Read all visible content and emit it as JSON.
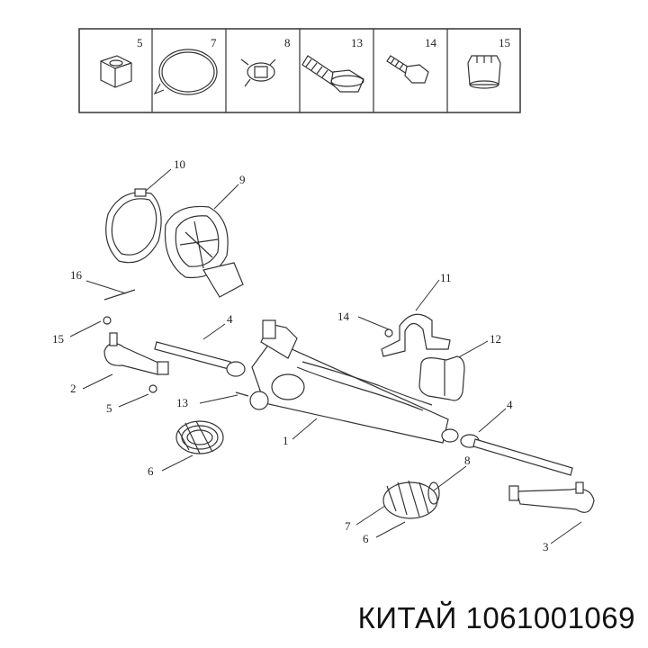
{
  "legend_box": {
    "cells": [
      {
        "num": "5",
        "icon": "hex-nut-icon"
      },
      {
        "num": "7",
        "icon": "boot-clamp-ring-icon"
      },
      {
        "num": "8",
        "icon": "small-clamp-icon"
      },
      {
        "num": "13",
        "icon": "flange-bolt-icon"
      },
      {
        "num": "14",
        "icon": "small-bolt-icon"
      },
      {
        "num": "15",
        "icon": "castle-nut-icon"
      }
    ]
  },
  "callouts": {
    "c10": "10",
    "c9": "9",
    "c16": "16",
    "c15": "15",
    "c4a": "4",
    "c2": "2",
    "c5": "5",
    "c13": "13",
    "c1": "1",
    "c6a": "6",
    "c11": "11",
    "c14": "14",
    "c12": "12",
    "c4b": "4",
    "c8": "8",
    "c7": "7",
    "c6b": "6",
    "c3": "3"
  },
  "caption": "КИТАЙ 1061001069"
}
